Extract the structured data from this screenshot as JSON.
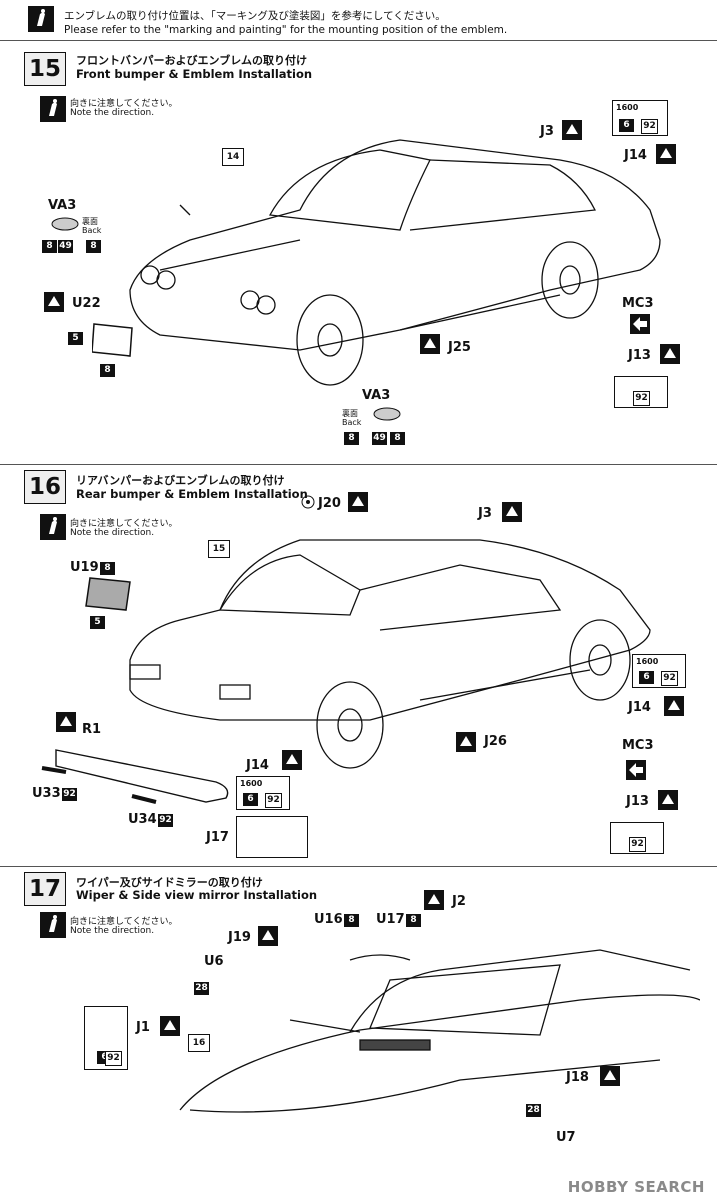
{
  "top_note": {
    "jp": "エンブレムの取り付け位置は、「マーキング及び塗装図」を参考にしてください。",
    "en": "Please refer to the \"marking and painting\" for the mounting position of the emblem."
  },
  "steps": [
    {
      "number": "15",
      "title_jp": "フロントバンパーおよびエンブレムの取り付け",
      "title_en": "Front bumper & Emblem Installation",
      "note_jp": "向きに注意してください。",
      "note_en": "Note the direction.",
      "labels": {
        "part14": "14",
        "va3_top": "VA3",
        "va3_back_jp": "裏面",
        "va3_back_en": "Back",
        "u22": "U22",
        "j3": "J3",
        "j14": "J14",
        "mc3": "MC3",
        "j13": "J13",
        "j25": "J25",
        "va3_bottom": "VA3",
        "emblem_text": "1600",
        "c8": "8",
        "c49": "49",
        "c5": "5",
        "c6": "6",
        "c92": "92"
      }
    },
    {
      "number": "16",
      "title_jp": "リアバンパーおよびエンブレムの取り付け",
      "title_en": "Rear bumper & Emblem Installation",
      "note_jp": "向きに注意してください。",
      "note_en": "Note the direction.",
      "labels": {
        "j20": "J20",
        "j3": "J3",
        "part15": "15",
        "u19": "U19",
        "r1": "R1",
        "u33": "U33",
        "u34": "U34",
        "j14a": "J14",
        "j17": "J17",
        "j26": "J26",
        "j14b": "J14",
        "mc3": "MC3",
        "j13": "J13",
        "emblem_text": "1600",
        "c8": "8",
        "c5": "5",
        "c6": "6",
        "c92": "92"
      }
    },
    {
      "number": "17",
      "title_jp": "ワイパー及びサイドミラーの取り付け",
      "title_en": "Wiper & Side view mirror Installation",
      "note_jp": "向きに注意してください。",
      "note_en": "Note the direction.",
      "labels": {
        "j2": "J2",
        "u16": "U16",
        "u17": "U17",
        "j19": "J19",
        "u6": "U6",
        "j1": "J1",
        "part16": "16",
        "j18": "J18",
        "u7": "U7",
        "c8": "8",
        "c28": "28",
        "c6": "6",
        "c92": "92"
      }
    }
  ],
  "watermark": "HOBBY SEARCH",
  "colors": {
    "ink": "#111111",
    "tag_bg": "#efefef"
  },
  "icons": [
    "note-hand-icon",
    "glue-drop-icon",
    "arrow-icon",
    "wheel-icon"
  ]
}
